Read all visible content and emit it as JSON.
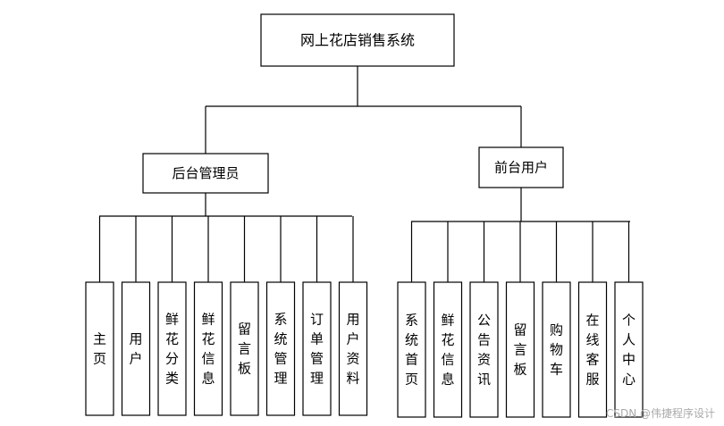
{
  "root": {
    "label": "网上花店销售系统"
  },
  "branches": [
    {
      "label": "后台管理员",
      "children": [
        "主页",
        "用户",
        "鲜花分类",
        "鲜花信息",
        "留言板",
        "系统管理",
        "订单管理",
        "用户资料"
      ]
    },
    {
      "label": "前台用户",
      "children": [
        "系统首页",
        "鲜花信息",
        "公告资讯",
        "留言板",
        "购物车",
        "在线客服",
        "个人中心"
      ]
    }
  ],
  "watermark": "CSDN @伟捷程序设计",
  "colors": {
    "line": "#000000",
    "box_fill": "#ffffff",
    "text": "#000000",
    "watermark": "#aaaaaa"
  }
}
